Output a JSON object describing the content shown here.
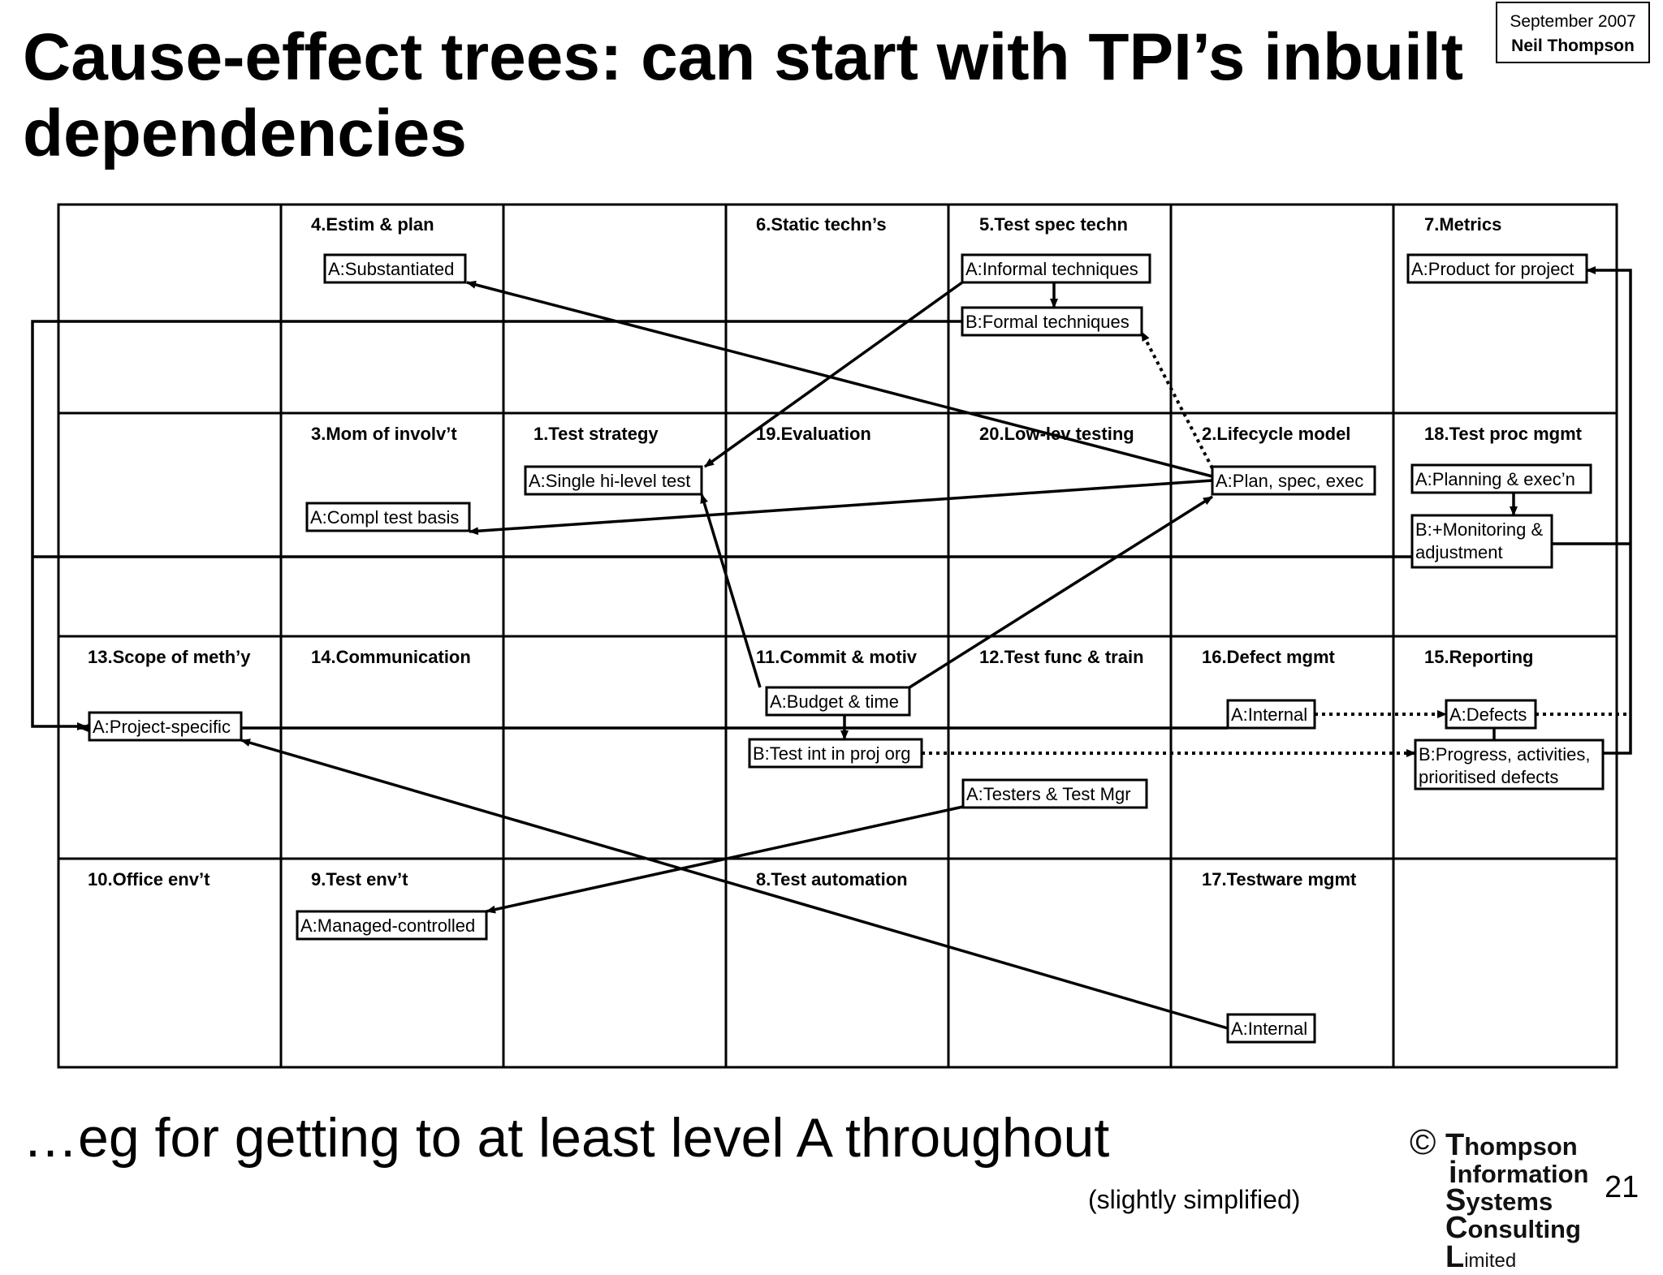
{
  "slide": {
    "title": "Cause-effect trees: can start with TPI’s inbuilt dependencies",
    "date": "September 2007",
    "author": "Neil Thompson",
    "footer_text": "…eg for getting to at least level A throughout",
    "footnote": "(slightly simplified)",
    "page_number": "21"
  },
  "logo": {
    "symbol": "©",
    "lines": [
      {
        "initial": "T",
        "rest": "hompson"
      },
      {
        "initial": "i",
        "rest": "nformation"
      },
      {
        "initial": "S",
        "rest": "ystems"
      },
      {
        "initial": "C",
        "rest": "onsulting "
      }
    ],
    "last_initial": "L",
    "last_rest": "imited"
  },
  "diagram": {
    "cell_headers": [
      {
        "id": "h4",
        "text": "4.Estim & plan"
      },
      {
        "id": "h6",
        "text": "6.Static techn’s"
      },
      {
        "id": "h5",
        "text": "5.Test spec techn"
      },
      {
        "id": "h7",
        "text": "7.Metrics"
      },
      {
        "id": "h3",
        "text": "3.Mom of involv’t"
      },
      {
        "id": "h1",
        "text": "1.Test strategy"
      },
      {
        "id": "h19",
        "text": "19.Evaluation"
      },
      {
        "id": "h20",
        "text": "20.Low-lev testing"
      },
      {
        "id": "h2",
        "text": "2.Lifecycle model"
      },
      {
        "id": "h18",
        "text": "18.Test proc mgmt"
      },
      {
        "id": "h13",
        "text": "13.Scope of meth’y"
      },
      {
        "id": "h14",
        "text": "14.Communication"
      },
      {
        "id": "h11",
        "text": "11.Commit & motiv"
      },
      {
        "id": "h12",
        "text": "12.Test func & train"
      },
      {
        "id": "h16",
        "text": "16.Defect mgmt"
      },
      {
        "id": "h15",
        "text": "15.Reporting"
      },
      {
        "id": "h10",
        "text": "10.Office env’t"
      },
      {
        "id": "h9",
        "text": "9.Test env’t"
      },
      {
        "id": "h8",
        "text": "8.Test automation"
      },
      {
        "id": "h17",
        "text": "17.Testware mgmt"
      }
    ],
    "level_boxes": [
      {
        "id": "b4A",
        "lines": [
          "A:Substantiated"
        ]
      },
      {
        "id": "b5A",
        "lines": [
          "A:Informal techniques"
        ]
      },
      {
        "id": "b5B",
        "lines": [
          "B:Formal techniques"
        ]
      },
      {
        "id": "b7A",
        "lines": [
          "A:Product for project"
        ]
      },
      {
        "id": "b1A",
        "lines": [
          "A:Single hi-level test"
        ]
      },
      {
        "id": "b3A",
        "lines": [
          "A:Compl test basis"
        ]
      },
      {
        "id": "b2A",
        "lines": [
          "A:Plan, spec, exec"
        ]
      },
      {
        "id": "b18A",
        "lines": [
          "A:Planning  & exec’n"
        ]
      },
      {
        "id": "b18B",
        "lines": [
          "B:+Monitoring &",
          "adjustment"
        ]
      },
      {
        "id": "b13A",
        "lines": [
          "A:Project-specific"
        ]
      },
      {
        "id": "b11A",
        "lines": [
          "A:Budget & time"
        ]
      },
      {
        "id": "b11B",
        "lines": [
          "B:Test int in proj org"
        ]
      },
      {
        "id": "b16A",
        "lines": [
          "A:Internal"
        ]
      },
      {
        "id": "b15A",
        "lines": [
          "A:Defects"
        ]
      },
      {
        "id": "b15B",
        "lines": [
          "B:Progress, activities,",
          "prioritised defects"
        ]
      },
      {
        "id": "b12A",
        "lines": [
          "A:Testers & Test Mgr"
        ]
      },
      {
        "id": "b9A",
        "lines": [
          "A:Managed-controlled"
        ]
      },
      {
        "id": "b17A",
        "lines": [
          "A:Internal"
        ]
      }
    ],
    "dependencies": [
      {
        "from": "b2A",
        "to": "b4A",
        "style": "solid"
      },
      {
        "from": "b5A",
        "to": "b1A",
        "style": "solid"
      },
      {
        "from": "b5A",
        "to": "b5B",
        "style": "solid"
      },
      {
        "from": "b2A",
        "to": "b5B",
        "style": "dotted"
      },
      {
        "from": "b2A",
        "to": "b3A",
        "style": "solid"
      },
      {
        "from": "b11A",
        "to": "b2A",
        "style": "solid"
      },
      {
        "from": "b11A",
        "to": "b1A",
        "style": "solid"
      },
      {
        "from": "b11A",
        "to": "b11B",
        "style": "solid"
      },
      {
        "from": "b18A",
        "to": "b18B",
        "style": "solid"
      },
      {
        "from": "b16A",
        "to": "b13A",
        "style": "solid"
      },
      {
        "from": "b17A",
        "to": "b13A",
        "style": "solid"
      },
      {
        "from": "b12A",
        "to": "b9A",
        "style": "solid"
      },
      {
        "from": "b16A",
        "to": "b15A",
        "style": "dotted"
      },
      {
        "from": "b15A",
        "to": "b15B",
        "style": "solid"
      },
      {
        "from": "b11B",
        "to": "b15B",
        "style": "dotted"
      },
      {
        "from": "b15B",
        "to": "b7A",
        "style": "solid"
      },
      {
        "from": "b5B",
        "to": "b13A",
        "style": "solid"
      },
      {
        "from": "b18B",
        "to": "b13A",
        "style": "solid"
      }
    ]
  }
}
